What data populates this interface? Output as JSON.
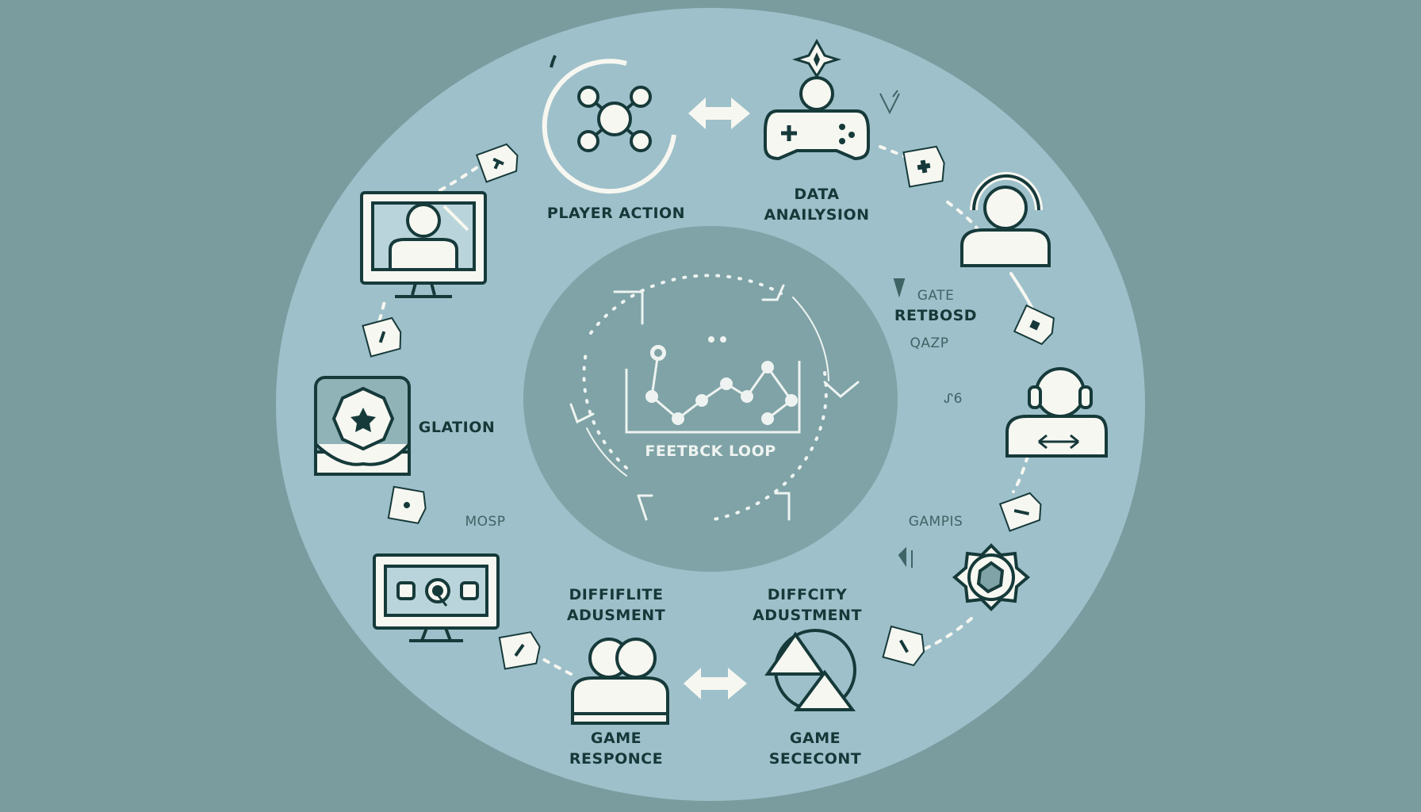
{
  "diagram": {
    "center_title": "FEETBCK LOOP",
    "labels": {
      "player_action": "PLAYER ACTION",
      "data_analysis_line1": "DATA",
      "data_analysis_line2": "ANAILYSION",
      "gate_line1": "GATE",
      "gate_line2": "RETBOSD",
      "gate_line3": "QAZP",
      "side_glyph": "ᔑ6",
      "gamis": "GAMPIS",
      "glation": "GLATION",
      "mosp": "MOSP",
      "difficulty_left_line1": "DIFFIFLITE",
      "difficulty_left_line2": "ADUSMENT",
      "difficulty_right_line1": "DIFFCITY",
      "difficulty_right_line2": "ADUSTMENT",
      "game_response_line1": "GAME",
      "game_response_line2": "RESPONCE",
      "game_sececont_line1": "GAME",
      "game_sececont_line2": "SECECONT"
    },
    "icons": [
      "network-nodes-icon",
      "sparkle-icon",
      "gamepad-icon",
      "monitor-user-icon",
      "headset-user-icon",
      "user-icon",
      "badge-star-icon",
      "monitor-target-icon",
      "gear-icon",
      "users-icon",
      "shapes-icon",
      "line-chart-icon",
      "double-arrow-icon",
      "tag-icon"
    ],
    "colors": {
      "background": "#7b9c9f",
      "outer_circle": "#9ec0ca",
      "inner_circle": "#7fa3a6",
      "stroke": "#163a3a",
      "icon_fill": "#f7f7f1",
      "text_dark": "#173838",
      "text_light": "#eef3f1"
    }
  }
}
